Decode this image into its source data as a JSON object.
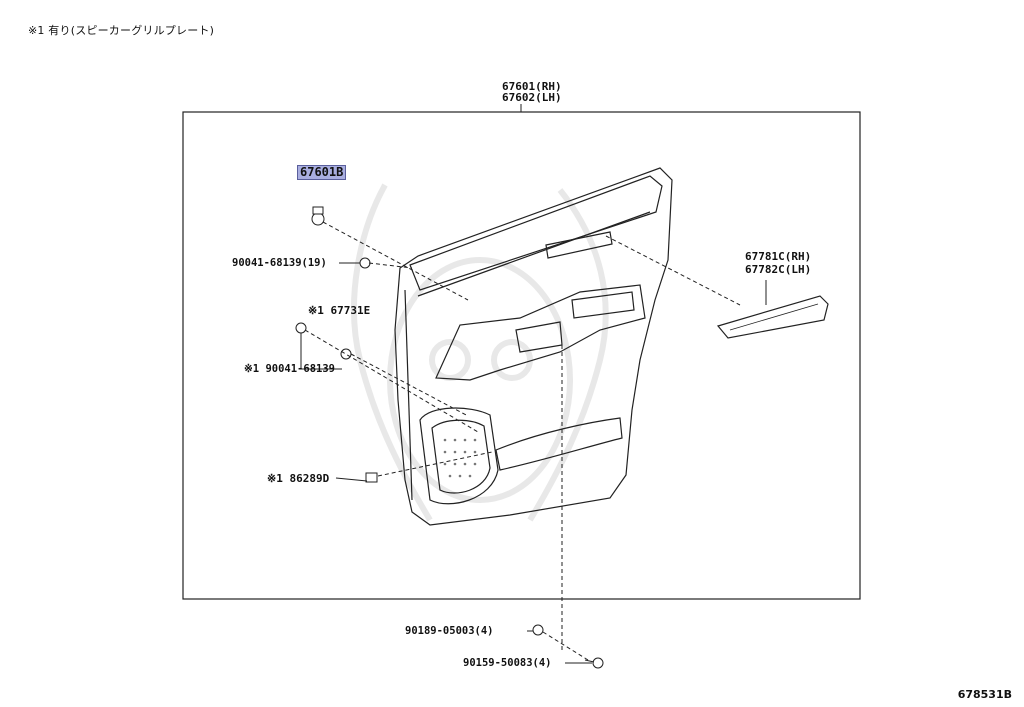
{
  "note": "※1 有り(スピーカーグリルプレート)",
  "figure_id": "678531B",
  "labels": {
    "assembly_rh": "67601(RH)",
    "assembly_lh": "67602(LH)",
    "part_67601b": "67601B",
    "clip_90041_68139_19": "90041-68139(19)",
    "part_67731e": "※1 67731E",
    "clip_90041_68139": "※1 90041-68139",
    "part_86289d": "※1 86289D",
    "trim_rh": "67781C(RH)",
    "trim_lh": "67782C(LH)",
    "clip_90189": "90189-05003(4)",
    "screw_90159": "90159-50083(4)"
  }
}
